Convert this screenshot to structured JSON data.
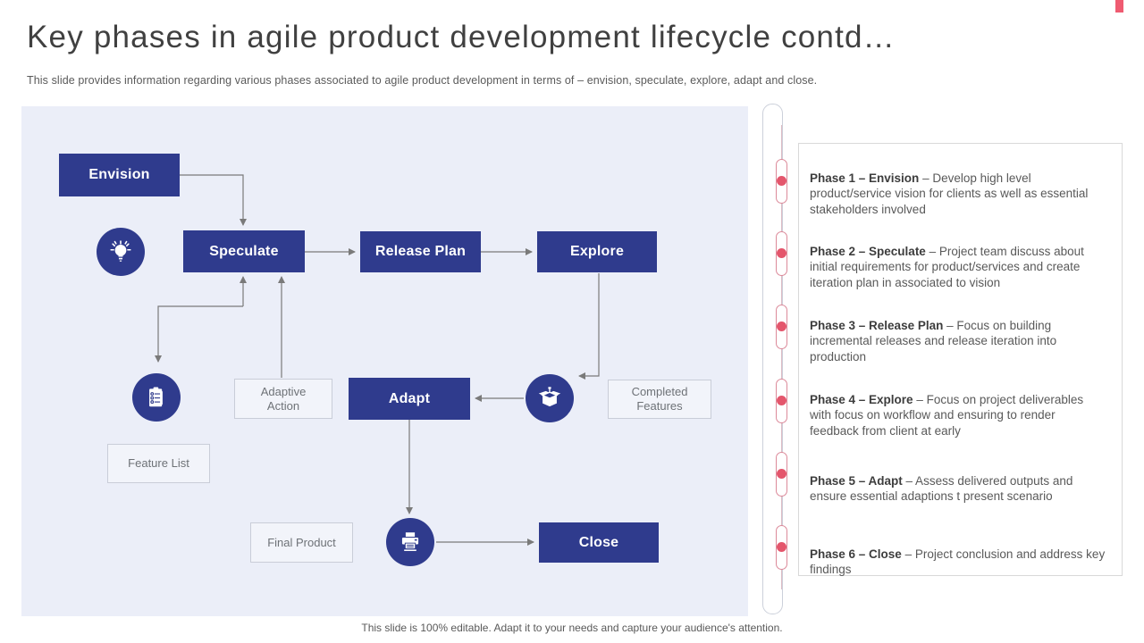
{
  "colors": {
    "accent_pink": "#ef5b71",
    "shape_blue": "#2f3b8d",
    "canvas_bg": "#ebeef8",
    "arrow_gray": "#7a7a7a"
  },
  "header": {
    "title": "Key phases in agile product development lifecycle contd…",
    "subtitle": "This slide provides information regarding various phases associated to agile product development in terms of – envision, speculate, explore, adapt and close."
  },
  "flowchart": {
    "boxes": [
      {
        "id": "envision",
        "label": "Envision"
      },
      {
        "id": "speculate",
        "label": "Speculate"
      },
      {
        "id": "release-plan",
        "label": "Release Plan"
      },
      {
        "id": "explore",
        "label": "Explore"
      },
      {
        "id": "adapt",
        "label": "Adapt"
      },
      {
        "id": "close",
        "label": "Close"
      }
    ],
    "labels": [
      {
        "id": "adaptive-action",
        "text": "Adaptive Action"
      },
      {
        "id": "completed-features",
        "text": "Completed Features"
      },
      {
        "id": "feature-list",
        "text": "Feature List"
      },
      {
        "id": "final-product",
        "text": "Final Product"
      }
    ],
    "icons": [
      "lightbulb-icon",
      "clipboard-checklist-icon",
      "open-box-icon",
      "printer-icon"
    ]
  },
  "phases": [
    {
      "heading": "Phase 1 – Envision",
      "body": " – Develop high level product/service vision for clients as well as essential stakeholders involved"
    },
    {
      "heading": "Phase 2 – Speculate",
      "body": " – Project team discuss about initial requirements for product/services and create iteration plan in associated to vision"
    },
    {
      "heading": "Phase 3 – Release Plan",
      "body": " – Focus on building incremental releases and release iteration into production"
    },
    {
      "heading": "Phase 4 – Explore",
      "body": " – Focus on project deliverables with focus on workflow and ensuring to render feedback from client at early"
    },
    {
      "heading": "Phase 5 – Adapt",
      "body": " – Assess delivered outputs and ensure essential adaptions t present scenario"
    },
    {
      "heading": "Phase 6 – Close",
      "body": " – Project conclusion and address key findings"
    }
  ],
  "footer": {
    "text": "This slide is 100% editable. Adapt it to your needs and capture your audience's attention."
  }
}
